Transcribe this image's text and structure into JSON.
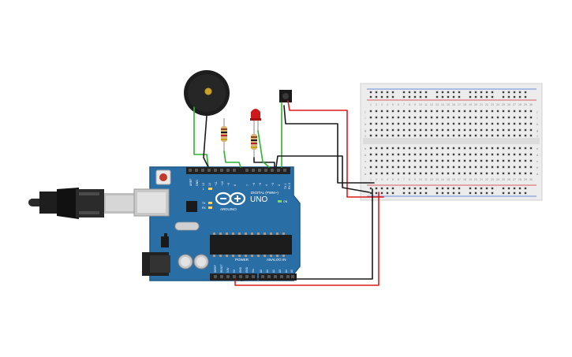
{
  "arduino": {
    "model": "UNO",
    "brand": "ARDUINO",
    "digital_label": "DIGITAL (PWM~)",
    "power_label": "POWER",
    "analog_label": "ANALOG IN",
    "led_on_label": "ON",
    "led_l_label": "L",
    "led_tx_label": "TX",
    "led_rx_label": "RX",
    "digital_pins": [
      "AREF",
      "GND",
      "13",
      "12",
      "~11",
      "~10",
      "~9",
      "8",
      "7",
      "~6",
      "~5",
      "4",
      "~3",
      "2",
      "TX 1",
      "RX 0"
    ],
    "power_pins": [
      "IOREF",
      "RESET",
      "3.3V",
      "5V",
      "GND",
      "GND",
      "Vin"
    ],
    "analog_pins": [
      "A0",
      "A1",
      "A2",
      "A3",
      "A4",
      "A5"
    ]
  },
  "breadboard": {
    "column_numbers": [
      "1",
      "2",
      "3",
      "4",
      "5",
      "6",
      "7",
      "8",
      "9",
      "10",
      "11",
      "12",
      "13",
      "14",
      "15",
      "16",
      "17",
      "18",
      "19",
      "20",
      "21",
      "22",
      "23",
      "24",
      "25",
      "26",
      "27",
      "28",
      "29",
      "30"
    ],
    "row_letters_top": [
      "j",
      "i",
      "h",
      "g",
      "f"
    ],
    "row_letters_bottom": [
      "e",
      "d",
      "c",
      "b",
      "a"
    ]
  },
  "colors": {
    "pcb": "#2a6ea6",
    "pcb_edge": "#1f5a8a",
    "wire_green": "#2bb52b",
    "wire_black": "#1a1a1a",
    "wire_red": "#e01818",
    "rail_red": "#d32f2f",
    "rail_blue": "#3b6fd1",
    "breadboard": "#ececec",
    "led_red": "#cc1a1a"
  }
}
